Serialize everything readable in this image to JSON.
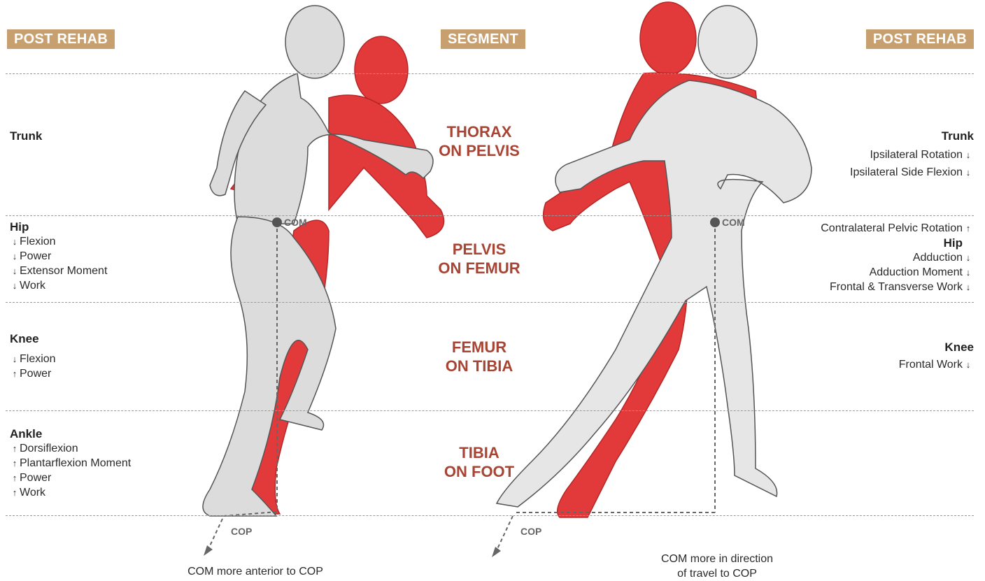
{
  "headers": {
    "left": "POST REHAB",
    "center": "SEGMENT",
    "right": "POST REHAB"
  },
  "segments": [
    {
      "line1": "THORAX",
      "line2": "ON PELVIS"
    },
    {
      "line1": "PELVIS",
      "line2": "ON FEMUR"
    },
    {
      "line1": "FEMUR",
      "line2": "ON TIBIA"
    },
    {
      "line1": "TIBIA",
      "line2": "ON FOOT"
    }
  ],
  "left": {
    "trunk": {
      "title": "Trunk",
      "items": []
    },
    "hip": {
      "title": "Hip",
      "items": [
        {
          "arrow": "↓",
          "text": "Flexion"
        },
        {
          "arrow": "↓",
          "text": "Power"
        },
        {
          "arrow": "↓",
          "text": "Extensor Moment"
        },
        {
          "arrow": "↓",
          "text": "Work"
        }
      ]
    },
    "knee": {
      "title": "Knee",
      "items": [
        {
          "arrow": "↓",
          "text": "Flexion"
        },
        {
          "arrow": "↑",
          "text": "Power"
        }
      ]
    },
    "ankle": {
      "title": "Ankle",
      "items": [
        {
          "arrow": "↑",
          "text": "Dorsiflexion"
        },
        {
          "arrow": "↑",
          "text": "Plantarflexion Moment"
        },
        {
          "arrow": "↑",
          "text": "Power"
        },
        {
          "arrow": "↑",
          "text": "Work"
        }
      ]
    }
  },
  "right": {
    "trunk": {
      "title": "Trunk",
      "items": [
        {
          "text": "Ipsilateral Rotation",
          "arrow": "↓"
        },
        {
          "text": "Ipsilateral Side Flexion",
          "arrow": "↓"
        }
      ]
    },
    "pelvis": {
      "items": [
        {
          "text": "Contralateral Pelvic Rotation",
          "arrow": "↑"
        }
      ]
    },
    "hip": {
      "title": "Hip",
      "items": [
        {
          "text": "Adduction",
          "arrow": "↓"
        },
        {
          "text": "Adduction Moment",
          "arrow": "↓"
        },
        {
          "text": "Frontal & Transverse Work",
          "arrow": "↓"
        }
      ]
    },
    "knee": {
      "title": "Knee",
      "items": [
        {
          "text": "Frontal Work",
          "arrow": "↓"
        }
      ]
    }
  },
  "markers": {
    "com": "COM",
    "cop": "COP"
  },
  "captions": {
    "left": "COM more anterior to COP",
    "right_line1": "COM more in direction",
    "right_line2": "of travel to COP"
  },
  "colors": {
    "badge": "#c8a070",
    "segment_text": "#a84434",
    "figure_red": "#e23a3a",
    "figure_gray": "#d9d9d9",
    "outline": "#555555"
  }
}
